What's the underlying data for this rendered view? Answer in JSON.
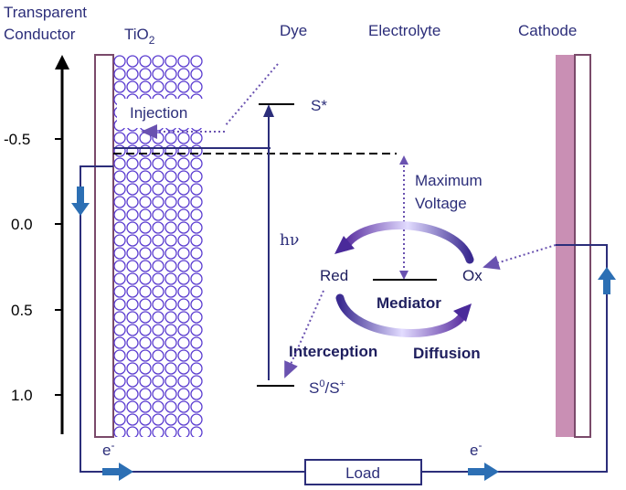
{
  "labels": {
    "transparent": "Transparent",
    "conductor": "Conductor",
    "tio2_base": "TiO",
    "tio2_sub": "2",
    "dye": "Dye",
    "electrolyte": "Electrolyte",
    "cathode": "Cathode",
    "injection": "Injection",
    "s_star": "S*",
    "max_voltage_1": "Maximum",
    "max_voltage_2": "Voltage",
    "hv": "hν",
    "red": "Red",
    "ox": "Ox",
    "mediator": "Mediator",
    "interception": "Interception",
    "diffusion": "Diffusion",
    "s0_s": "S",
    "s0_sup": "0",
    "s0_slash": "/S",
    "s0_plus": "+",
    "e_left": "e",
    "e_right": "e",
    "e_minus": "-",
    "load": "Load"
  },
  "axis": {
    "ticks": [
      "-0.5",
      "0.0",
      "0.5",
      "1.0"
    ]
  },
  "colors": {
    "arrow_blue": "#2c6fb4",
    "line_navy": "#2c2e7a",
    "electrode_pink": "#c98fb4",
    "dotted_purple": "#6a52b0",
    "tio2_circle": "#5b3dd0"
  }
}
